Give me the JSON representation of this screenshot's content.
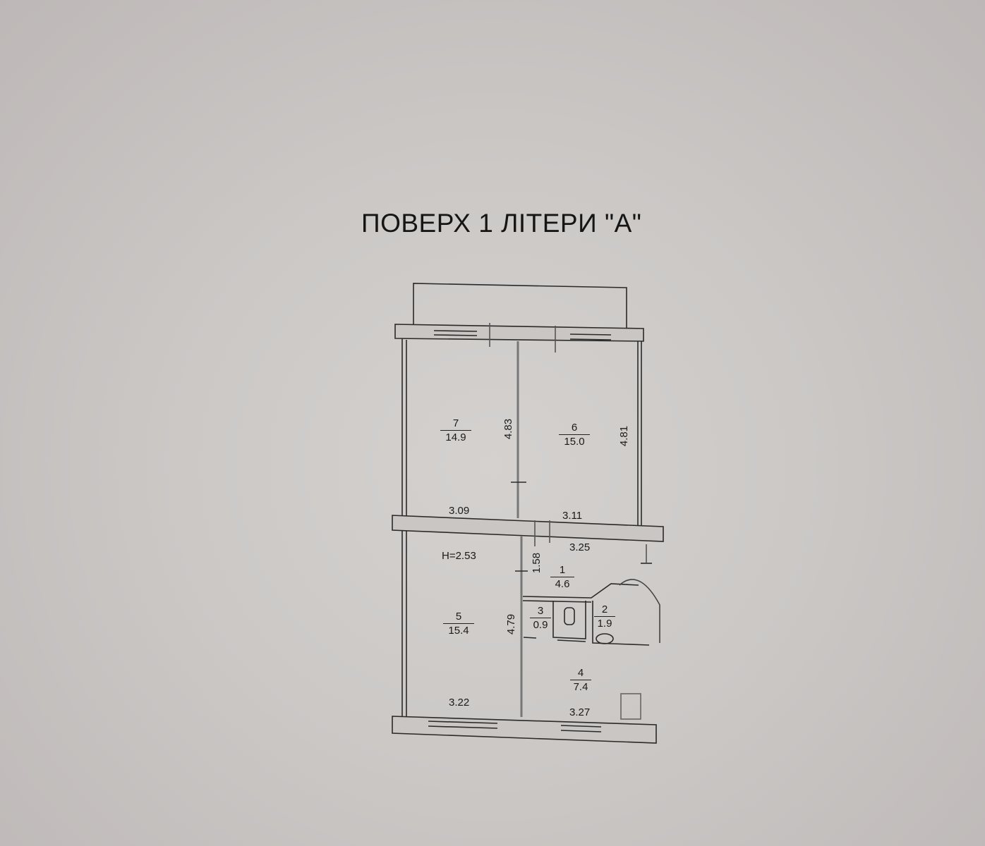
{
  "title": "ПОВЕРХ 1 ЛІТЕРИ \"А\"",
  "floor_plan": {
    "ceiling_height": "H=2.53",
    "rooms": [
      {
        "number": "1",
        "area": "4.6"
      },
      {
        "number": "2",
        "area": "1.9"
      },
      {
        "number": "3",
        "area": "0.9"
      },
      {
        "number": "4",
        "area": "7.4"
      },
      {
        "number": "5",
        "area": "15.4"
      },
      {
        "number": "6",
        "area": "15.0"
      },
      {
        "number": "7",
        "area": "14.9"
      }
    ],
    "dimensions": {
      "room7_width": "3.09",
      "room7_depth": "4.83",
      "room6_width": "3.11",
      "room6_depth": "4.81",
      "corridor_width": "3.25",
      "corridor_depth": "1.58",
      "room5_depth": "4.79",
      "room5_width": "3.22",
      "room4_width": "3.27"
    }
  },
  "colors": {
    "paper": "#c8c4c3",
    "ink": "#1a1a1a"
  }
}
